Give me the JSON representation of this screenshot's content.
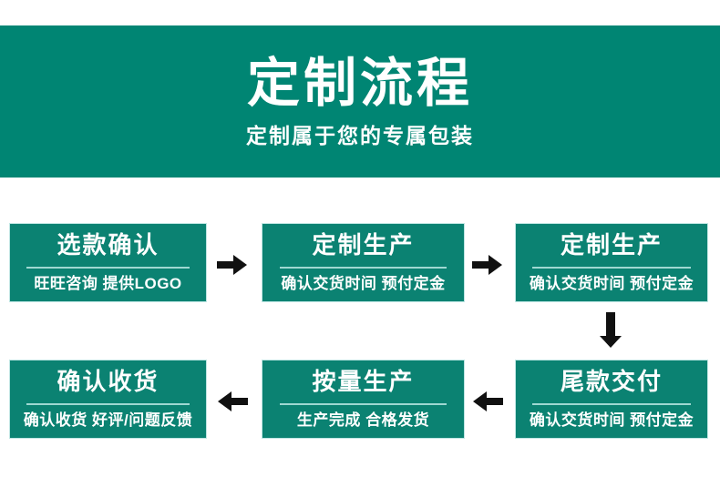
{
  "banner": {
    "title": "定制流程",
    "subtitle": "定制属于您的专属包装",
    "background_color": "#008573",
    "text_color": "#ffffff"
  },
  "theme": {
    "box_color": "#0b8272",
    "box_border_color": "#bfe6e3",
    "divider_color": "#9fd8d2",
    "arrow_color": "#111111",
    "page_background": "#ffffff"
  },
  "flow": {
    "steps": [
      {
        "title": "选款确认",
        "subtitle": "旺旺咨询 提供LOGO"
      },
      {
        "title": "定制生产",
        "subtitle": "确认交货时间 预付定金"
      },
      {
        "title": "定制生产",
        "subtitle": "确认交货时间 预付定金"
      },
      {
        "title": "尾款交付",
        "subtitle": "确认交货时间 预付定金"
      },
      {
        "title": "按量生产",
        "subtitle": "生产完成 合格发货"
      },
      {
        "title": "确认收货",
        "subtitle": "确认收货 好评/问题反馈"
      }
    ],
    "connectors": [
      {
        "name": "arrow-right-step1-step2",
        "direction": "right"
      },
      {
        "name": "arrow-right-step2-step3",
        "direction": "right"
      },
      {
        "name": "arrow-down-step3-step4",
        "direction": "down"
      },
      {
        "name": "arrow-left-step4-step5",
        "direction": "left"
      },
      {
        "name": "arrow-left-step5-step6",
        "direction": "left"
      }
    ]
  }
}
